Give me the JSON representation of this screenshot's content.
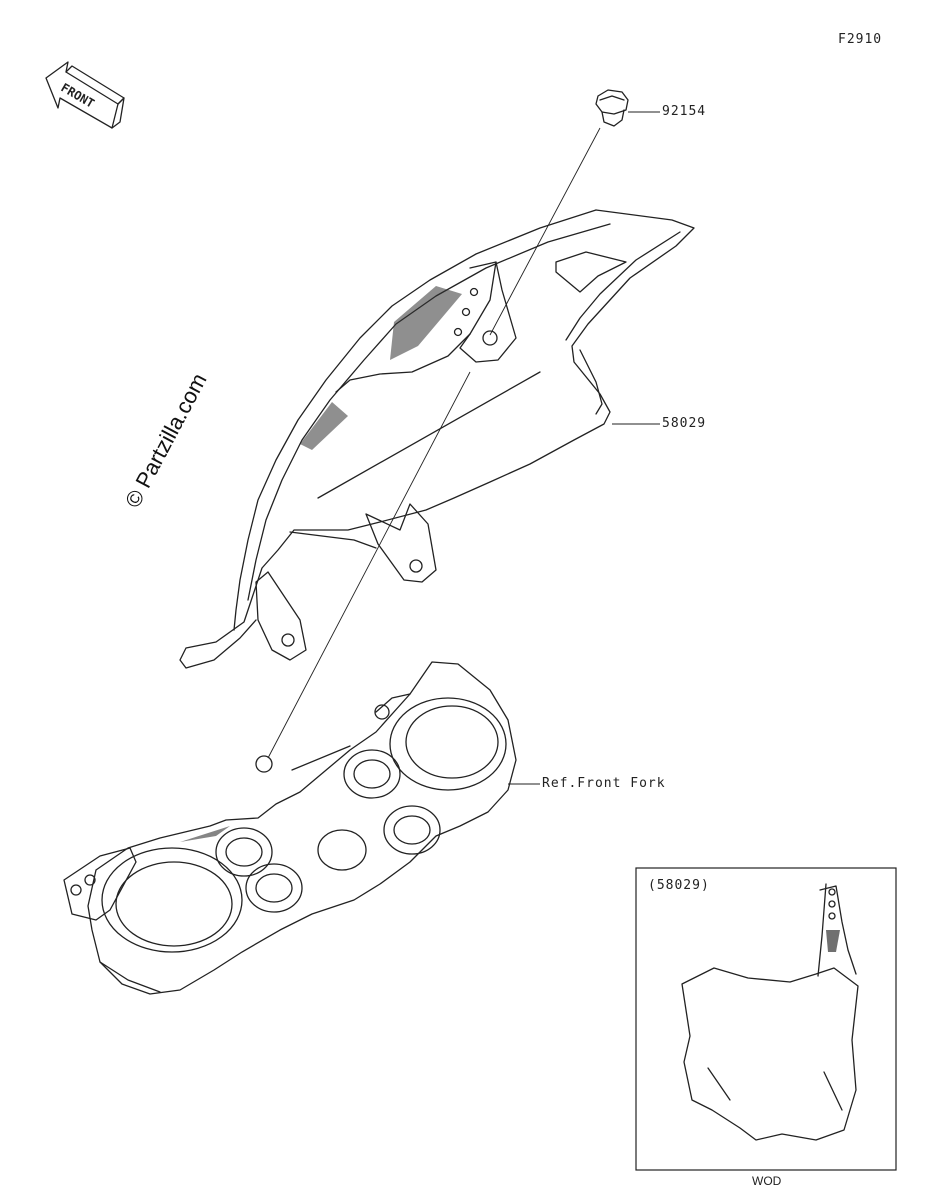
{
  "figure_code": "F2910",
  "front_arrow_label": "FRONT",
  "watermark": "© Partzilla.com",
  "callouts": [
    {
      "id": "bolt",
      "text": "92154"
    },
    {
      "id": "plate",
      "text": "58029"
    },
    {
      "id": "fork",
      "text": "Ref.Front Fork"
    }
  ],
  "inset": {
    "title": "(58029)",
    "caption": "WOD"
  }
}
